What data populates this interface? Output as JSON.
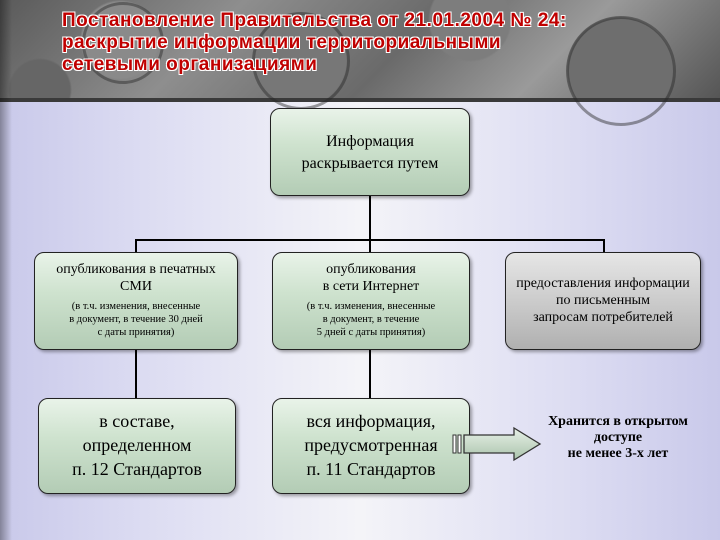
{
  "header": {
    "title_line1": "Постановление Правительства от 21.01.2004 № 24:",
    "title_line2": "раскрытие информации территориальными",
    "title_line3": "сетевыми организациями"
  },
  "diagram": {
    "root": {
      "line1": "Информация",
      "line2": "раскрывается путем"
    },
    "method_print": {
      "line1": "опубликования в печатных",
      "line2": "СМИ",
      "note_line1": "(в т.ч. изменения, внесенные",
      "note_line2": "в документ, в течение 30 дней",
      "note_line3": "с даты принятия)"
    },
    "method_internet": {
      "line1": "опубликования",
      "line2": "в сети Интернет",
      "note_line1": "(в т.ч. изменения, внесенные",
      "note_line2": "в документ, в течение",
      "note_line3": "5 дней с даты принятия)"
    },
    "method_written": {
      "line1": "предоставления информации",
      "line2": "по письменным",
      "line3": "запросам потребителей"
    },
    "scope_print": {
      "line1": "в составе,",
      "line2": "определенном",
      "line3": "п. 12 Стандартов"
    },
    "scope_internet": {
      "line1": "вся информация,",
      "line2": "предусмотренная",
      "line3": "п. 11 Стандартов"
    },
    "storage_note": {
      "line1": "Хранится в открытом",
      "line2": "доступе",
      "line3": "не менее 3-х лет"
    }
  }
}
